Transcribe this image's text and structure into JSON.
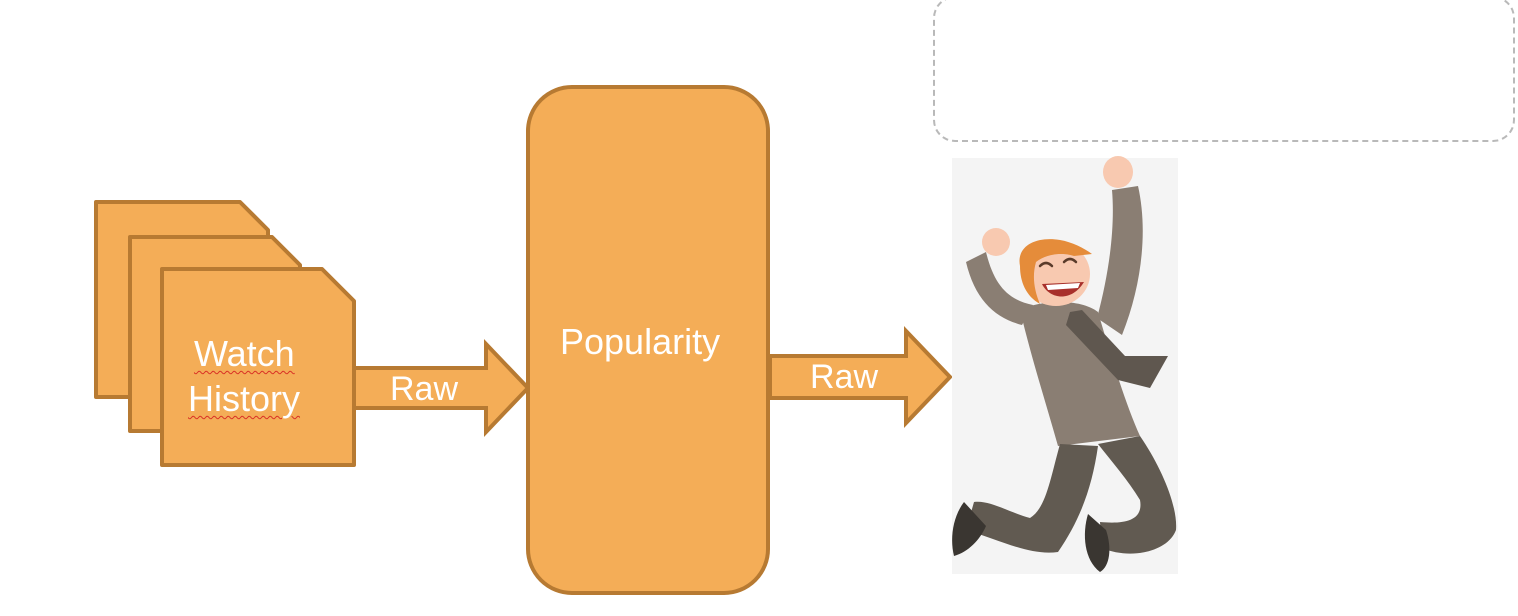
{
  "diagram": {
    "documents": {
      "label_line1": "Watch",
      "label_line2": "History"
    },
    "arrow_in": {
      "label": "Raw"
    },
    "process": {
      "label": "Popularity"
    },
    "arrow_out": {
      "label": "Raw"
    },
    "user_illustration": {
      "icon": "happy-jumping-person-icon"
    },
    "callout": {
      "text": ""
    }
  },
  "colors": {
    "shape_fill": "#f4ad57",
    "shape_stroke": "#b77a32",
    "label_text": "#ffffff",
    "callout_border": "#b9b9b9",
    "spellcheck_underline": "#d93025"
  }
}
